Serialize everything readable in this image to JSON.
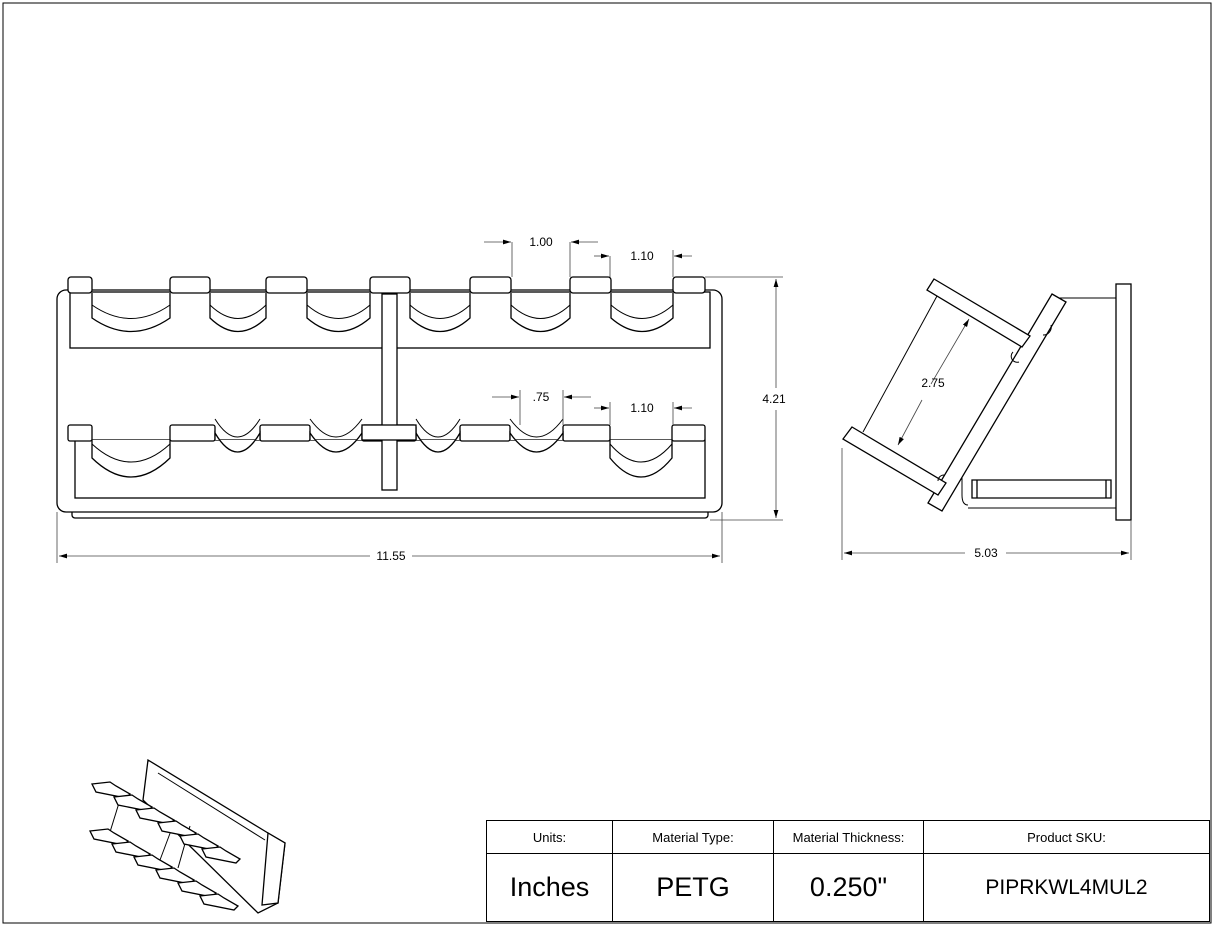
{
  "front_view": {
    "dims": {
      "overall_width": "11.55",
      "overall_height": "4.21",
      "top_slot": "1.00",
      "top_pitch": "1.10",
      "bottom_slot": ".75",
      "bottom_pitch": "1.10"
    }
  },
  "side_view": {
    "dims": {
      "depth": "5.03",
      "shelf_spacing": "2.75"
    }
  },
  "title_block": {
    "headers": [
      "Units:",
      "Material Type:",
      "Material Thickness:",
      "Product SKU:"
    ],
    "values": [
      "Inches",
      "PETG",
      "0.250\"",
      "PIPRKWL4MUL2"
    ]
  }
}
